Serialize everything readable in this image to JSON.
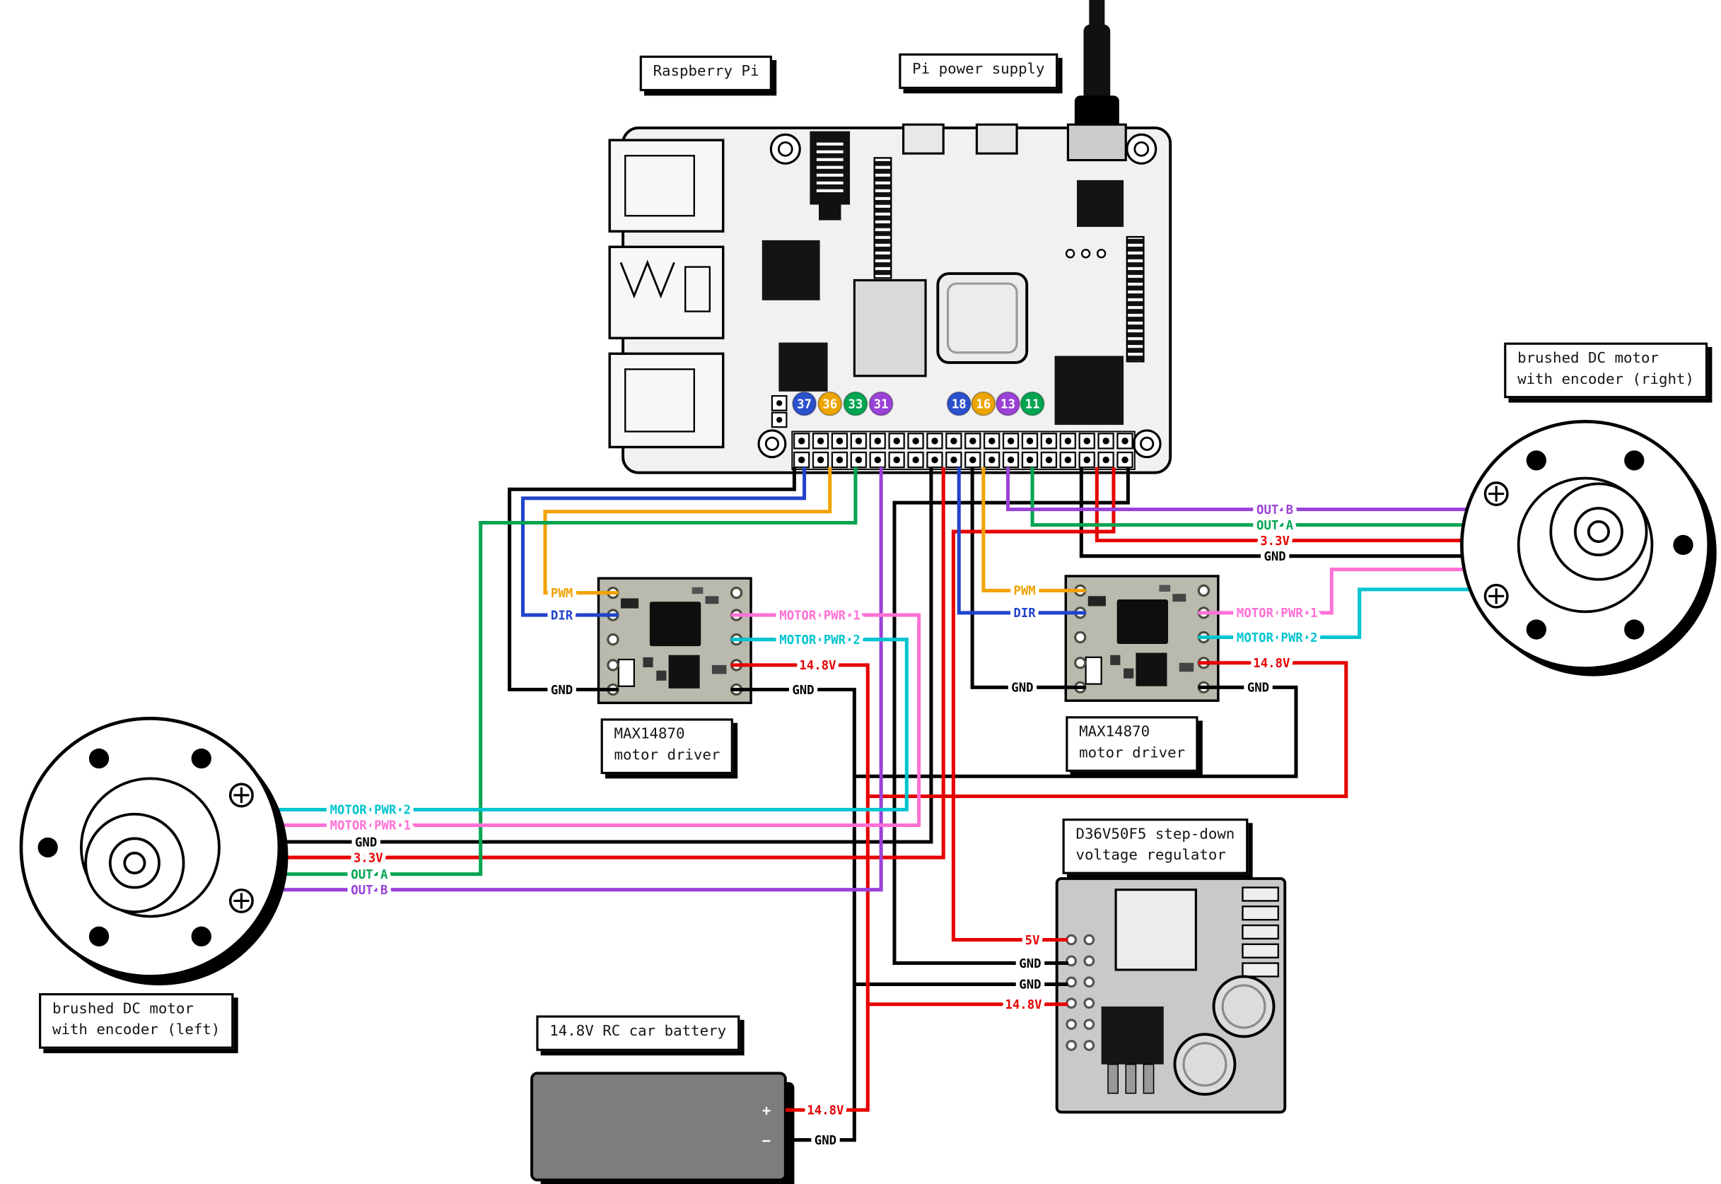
{
  "boxes": {
    "raspberry_pi": [
      "Raspberry Pi"
    ],
    "pi_power_supply": [
      "Pi power supply"
    ],
    "motor_right": [
      "brushed DC motor",
      "with encoder (right)"
    ],
    "driver_left": [
      "MAX14870",
      "motor driver"
    ],
    "driver_right": [
      "MAX14870",
      "motor driver"
    ],
    "regulator": [
      "D36V50F5 step-down",
      "voltage regulator"
    ],
    "motor_left": [
      "brushed DC motor",
      "with encoder (left)"
    ],
    "battery": [
      "14.8V RC car battery"
    ]
  },
  "colors": {
    "red": "#e60000",
    "black": "#000000",
    "orange": "#f2a200",
    "blue": "#2144cd",
    "green": "#00a551",
    "purple": "#9a41d8",
    "pink": "#ff70d6",
    "cyan": "#00c4cf"
  },
  "gpio_badges": [
    {
      "num": "37",
      "color": "#2b50cc"
    },
    {
      "num": "36",
      "color": "#eda400"
    },
    {
      "num": "33",
      "color": "#00a551"
    },
    {
      "num": "31",
      "color": "#9a41d8"
    },
    {
      "num": "18",
      "color": "#2b50cc"
    },
    {
      "num": "16",
      "color": "#eda400"
    },
    {
      "num": "13",
      "color": "#9a41d8"
    },
    {
      "num": "11",
      "color": "#00a551"
    }
  ],
  "wire_labels": {
    "pwm": "PWM",
    "dir": "DIR",
    "gnd": "GND",
    "v33": "3.3V",
    "v5": "5V",
    "v148": "14.8V",
    "mpwr1": "MOTOR PWR 1",
    "mpwr2": "MOTOR PWR 2",
    "outa": "OUT A",
    "outb": "OUT B"
  },
  "battery_terminals": {
    "plus": "+",
    "minus": "−"
  }
}
